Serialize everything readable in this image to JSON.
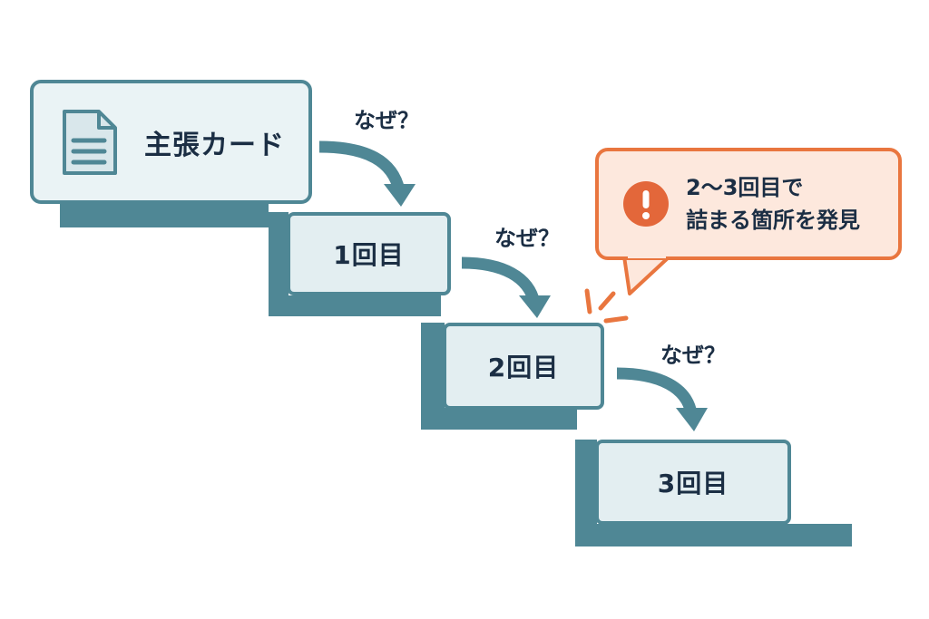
{
  "card": {
    "title": "主張カード",
    "icon": "document-icon"
  },
  "steps": [
    {
      "label": "1回目"
    },
    {
      "label": "2回目"
    },
    {
      "label": "3回目"
    }
  ],
  "why_labels": [
    "なぜ？",
    "なぜ？",
    "なぜ？"
  ],
  "callout": {
    "icon": "exclamation-icon",
    "line1": "2〜3回目で",
    "line2": "詰まる箇所を発見"
  },
  "colors": {
    "teal": "#4f8795",
    "box_fill": "#e3eef1",
    "text": "#1b2e44",
    "accent": "#e9763f",
    "callout_fill": "#fde8dd"
  }
}
